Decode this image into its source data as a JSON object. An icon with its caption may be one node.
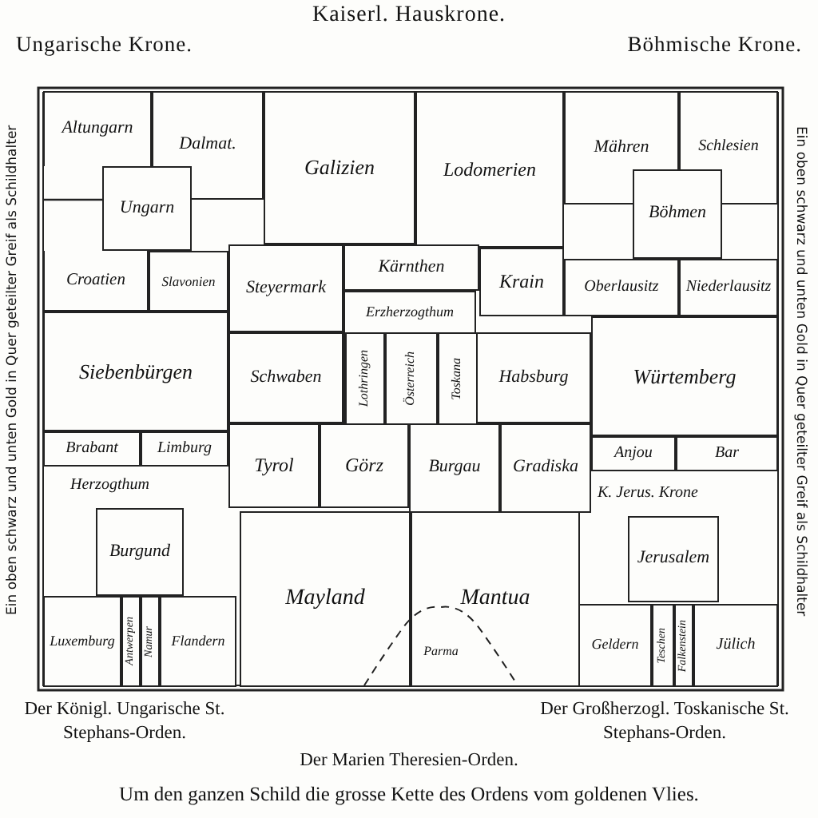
{
  "diagram": {
    "title": "Kaiserl. Hauskrone.",
    "caption": "Um den ganzen Schild die grosse Kette des Ordens vom goldenen Vlies.",
    "nodes": [
      {
        "text": [
          "Altungarn"
        ]
      },
      {
        "text": [
          "Dalmat."
        ]
      },
      {
        "text": [
          "Galizien"
        ]
      },
      {
        "text": [
          "Lodomerien"
        ]
      },
      {
        "text": [
          "Mähren"
        ]
      },
      {
        "text": [
          "Schlesien"
        ]
      },
      {
        "text": [
          "Ungarn"
        ]
      },
      {
        "text": [
          "Böhmen"
        ]
      },
      {
        "text": [
          "Croatien"
        ]
      },
      {
        "text": [
          "Slavonien"
        ]
      },
      {
        "text": [
          "Steyermark"
        ]
      },
      {
        "text": [
          "Kärnthen"
        ]
      },
      {
        "text": [
          "Krain"
        ]
      },
      {
        "text": [
          "Oberlausitz"
        ]
      },
      {
        "text": [
          "Niederlausitz"
        ]
      },
      {
        "text": [
          "Siebenbürgen"
        ]
      },
      {
        "text": [
          "Schwaben"
        ]
      },
      {
        "text": [
          "Erzherzogthum"
        ]
      },
      {
        "text": [
          "Lothringen"
        ],
        "in": 17
      },
      {
        "text": [
          "Österreich"
        ],
        "in": 17
      },
      {
        "text": [
          "Toskana"
        ],
        "in": 17
      },
      {
        "text": [
          "Habsburg"
        ]
      },
      {
        "text": [
          "Würtemberg"
        ]
      },
      {
        "text": [
          "Brabant"
        ]
      },
      {
        "text": [
          "Limburg"
        ]
      },
      {
        "text": [
          "Tyrol"
        ]
      },
      {
        "text": [
          "Görz"
        ]
      },
      {
        "text": [
          "Burgau"
        ]
      },
      {
        "text": [
          "Gradiska"
        ]
      },
      {
        "text": [
          "Anjou"
        ]
      },
      {
        "text": [
          "Bar"
        ]
      },
      {
        "text": [
          "Burgund"
        ]
      },
      {
        "text": [
          "Mayland"
        ]
      },
      {
        "text": [
          "Mantua"
        ]
      },
      {
        "text": [
          "Jerusalem"
        ]
      },
      {
        "text": [
          "Luxemburg"
        ]
      },
      {
        "text": [
          "Antwerpen"
        ]
      },
      {
        "text": [
          "Namur"
        ]
      },
      {
        "text": [
          "Flandern"
        ]
      },
      {
        "text": [
          "Parma"
        ]
      },
      {
        "text": [
          "Geldern"
        ]
      },
      {
        "text": [
          "Teschen"
        ]
      },
      {
        "text": [
          "Falkenstein"
        ]
      },
      {
        "text": [
          "Jülich"
        ]
      }
    ],
    "labels": [
      "Ungarische Krone.",
      "Böhmische Krone.",
      "Ein oben schwarz und unten Gold in Quer geteilter Greif als Schildhalter",
      "Ein oben schwarz und unten Gold in Quer geteilter Greif als Schildhalter",
      "Herzogthum",
      "K. Jerus. Krone",
      "Der Königl. Ungarische St. Stephans-Orden.",
      "Der Großherzogl. Toskanische St. Stephans-Orden.",
      "Der Marien Theresien-Orden."
    ]
  }
}
